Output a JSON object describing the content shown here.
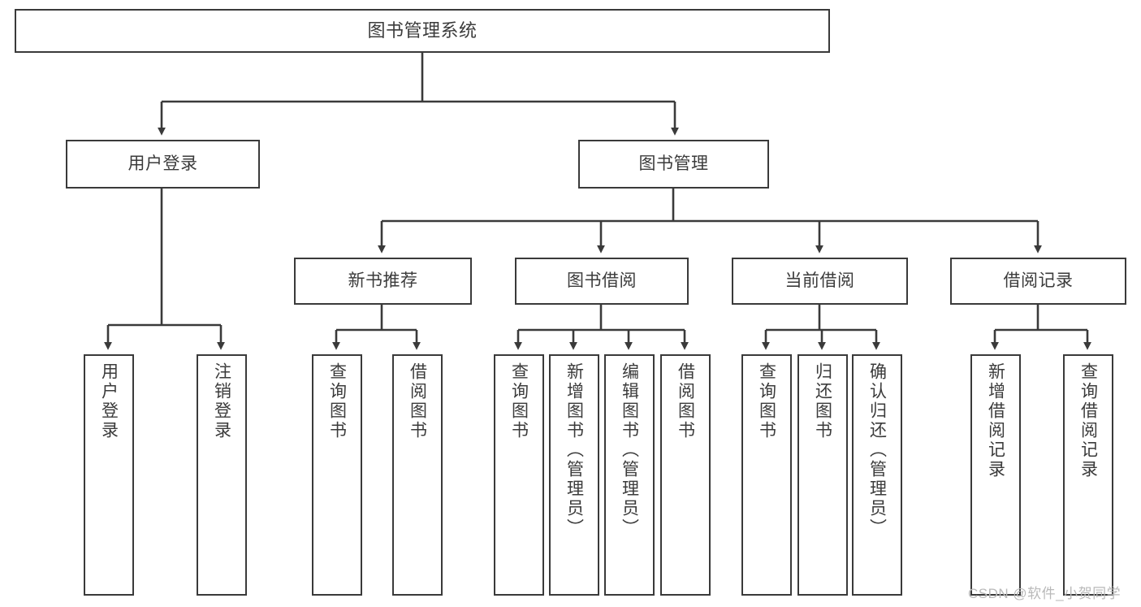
{
  "diagram": {
    "type": "tree",
    "title": "图书管理系统",
    "orientation": "top-down",
    "colors": {
      "box_border": "#3a3a3a",
      "box_fill": "#ffffff",
      "text": "#3b3b3b",
      "edge": "#3a3a3a",
      "background": "#ffffff",
      "watermark": "#b9b9b9"
    },
    "nodes": {
      "root": {
        "label": "图书管理系统",
        "level": 1
      },
      "level2": [
        {
          "id": "user-login",
          "label": "用户登录"
        },
        {
          "id": "book-manage",
          "label": "图书管理"
        }
      ],
      "level3": [
        {
          "id": "new-book-recommend",
          "label": "新书推荐"
        },
        {
          "id": "book-borrow",
          "label": "图书借阅"
        },
        {
          "id": "current-borrow",
          "label": "当前借阅"
        },
        {
          "id": "borrow-record",
          "label": "借阅记录"
        }
      ],
      "leaves": {
        "user-login": [
          {
            "id": "login",
            "label": "用户登录"
          },
          {
            "id": "logout",
            "label": "注销登录"
          }
        ],
        "new-book-recommend": [
          {
            "id": "query-book-1",
            "label": "查询图书"
          },
          {
            "id": "borrow-book-1",
            "label": "借阅图书"
          }
        ],
        "book-borrow": [
          {
            "id": "query-book-2",
            "label": "查询图书"
          },
          {
            "id": "add-book",
            "label": "新增图书（管理员）"
          },
          {
            "id": "edit-book",
            "label": "编辑图书（管理员）"
          },
          {
            "id": "borrow-book-2",
            "label": "借阅图书"
          }
        ],
        "current-borrow": [
          {
            "id": "query-book-3",
            "label": "查询图书"
          },
          {
            "id": "return-book",
            "label": "归还图书"
          },
          {
            "id": "confirm-return",
            "label": "确认归还（管理员）"
          }
        ],
        "borrow-record": [
          {
            "id": "add-record",
            "label": "新增借阅记录"
          },
          {
            "id": "query-record",
            "label": "查询借阅记录"
          }
        ]
      }
    },
    "watermark": "CSDN @软件_小贺同学"
  }
}
